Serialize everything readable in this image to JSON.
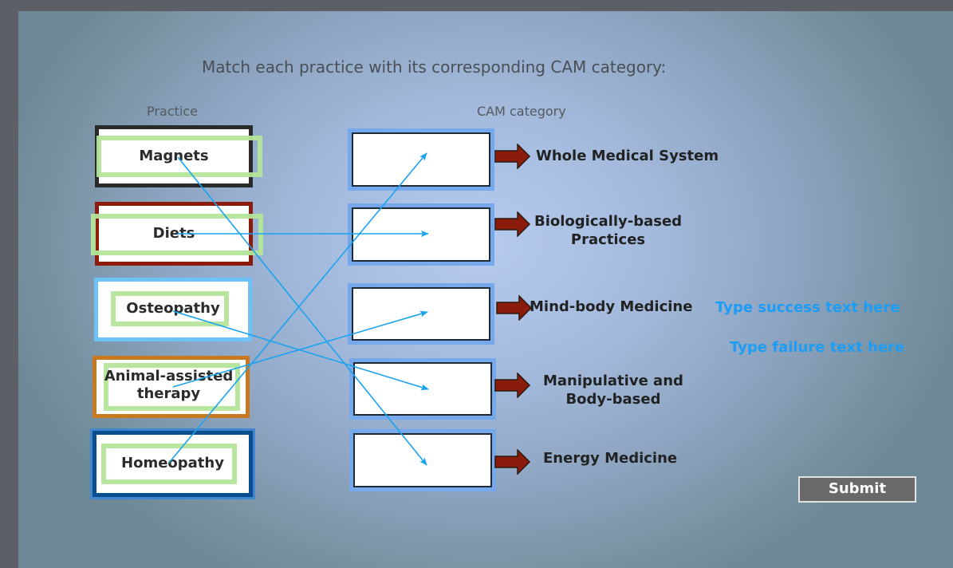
{
  "title": "Match each practice with its corresponding CAM category:",
  "headers": {
    "practice": "Practice",
    "category": "CAM category"
  },
  "practices": [
    {
      "label": "Magnets",
      "border_color": "#2a2a2a"
    },
    {
      "label": "Diets",
      "border_color": "#8b1c0c"
    },
    {
      "label": "Osteopathy",
      "border_color": "#6fc2f7"
    },
    {
      "label": "Animal-assisted therapy",
      "border_color": "#c8791f"
    },
    {
      "label": "Homeopathy",
      "border_color": "#0b4e8f"
    }
  ],
  "categories": [
    {
      "label_line1": "Whole Medical System",
      "label_line2": ""
    },
    {
      "label_line1": "Biologically-based",
      "label_line2": "Practices"
    },
    {
      "label_line1": "Mind-body Medicine",
      "label_line2": ""
    },
    {
      "label_line1": "Manipulative and",
      "label_line2": "Body-based"
    },
    {
      "label_line1": "Energy Medicine",
      "label_line2": ""
    }
  ],
  "connections": [
    {
      "from": "Magnets",
      "to": "Energy Medicine"
    },
    {
      "from": "Diets",
      "to": "Biologically-based Practices"
    },
    {
      "from": "Osteopathy",
      "to": "Manipulative and Body-based"
    },
    {
      "from": "Animal-assisted therapy",
      "to": "Mind-body Medicine"
    },
    {
      "from": "Homeopathy",
      "to": "Whole Medical System"
    }
  ],
  "feedback": {
    "success": "Type success text here",
    "failure": "Type failure text here"
  },
  "submit_label": "Submit",
  "colors": {
    "connector_line": "#1aa3ef",
    "category_arrow": "#8b1c0c",
    "target_glow": "#76a9ec",
    "feedback_text": "#1c9cf4"
  }
}
